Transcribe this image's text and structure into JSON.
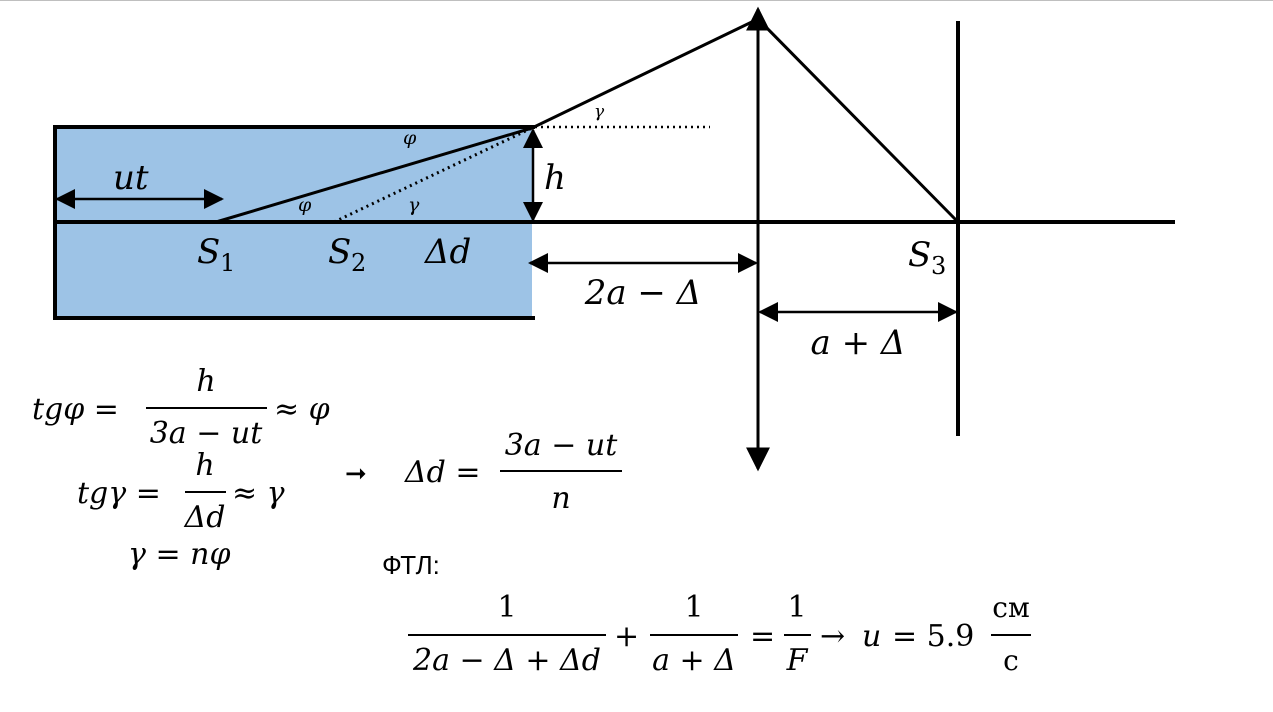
{
  "diagram": {
    "labels": {
      "ut": "ut",
      "h": "h",
      "phi": "φ",
      "gamma": "γ",
      "s1": "S",
      "s1_sub": "1",
      "s2": "S",
      "s2_sub": "2",
      "s3": "S",
      "s3_sub": "3",
      "delta_d": "Δd",
      "two_a_minus_delta": "2a − Δ",
      "a_plus_delta": "a + Δ"
    },
    "colors": {
      "block_fill": "#9dc3e6",
      "stroke": "#000000"
    }
  },
  "equations": {
    "eq1": {
      "lhs": "tgφ =",
      "num": "h",
      "den": "3a − ut",
      "rhs": "≈ φ"
    },
    "eq2": {
      "lhs": "tgγ =",
      "num": "h",
      "den": "Δd",
      "rhs": "≈ γ"
    },
    "eq3": {
      "text": "γ = nφ"
    },
    "arrow": "➞",
    "result": {
      "lhs": "Δd =",
      "num": "3a − ut",
      "den": "n"
    },
    "lens_label": "ФТЛ:",
    "lens": {
      "f1_num": "1",
      "f1_den": "2a − Δ + Δd",
      "plus": "+",
      "f2_num": "1",
      "f2_den": "a + Δ",
      "eq": "=",
      "f3_num": "1",
      "f3_den": "F",
      "arrow": "→",
      "u": "u",
      "value": "= 5.9",
      "unit_num": "см",
      "unit_den": "с"
    }
  }
}
